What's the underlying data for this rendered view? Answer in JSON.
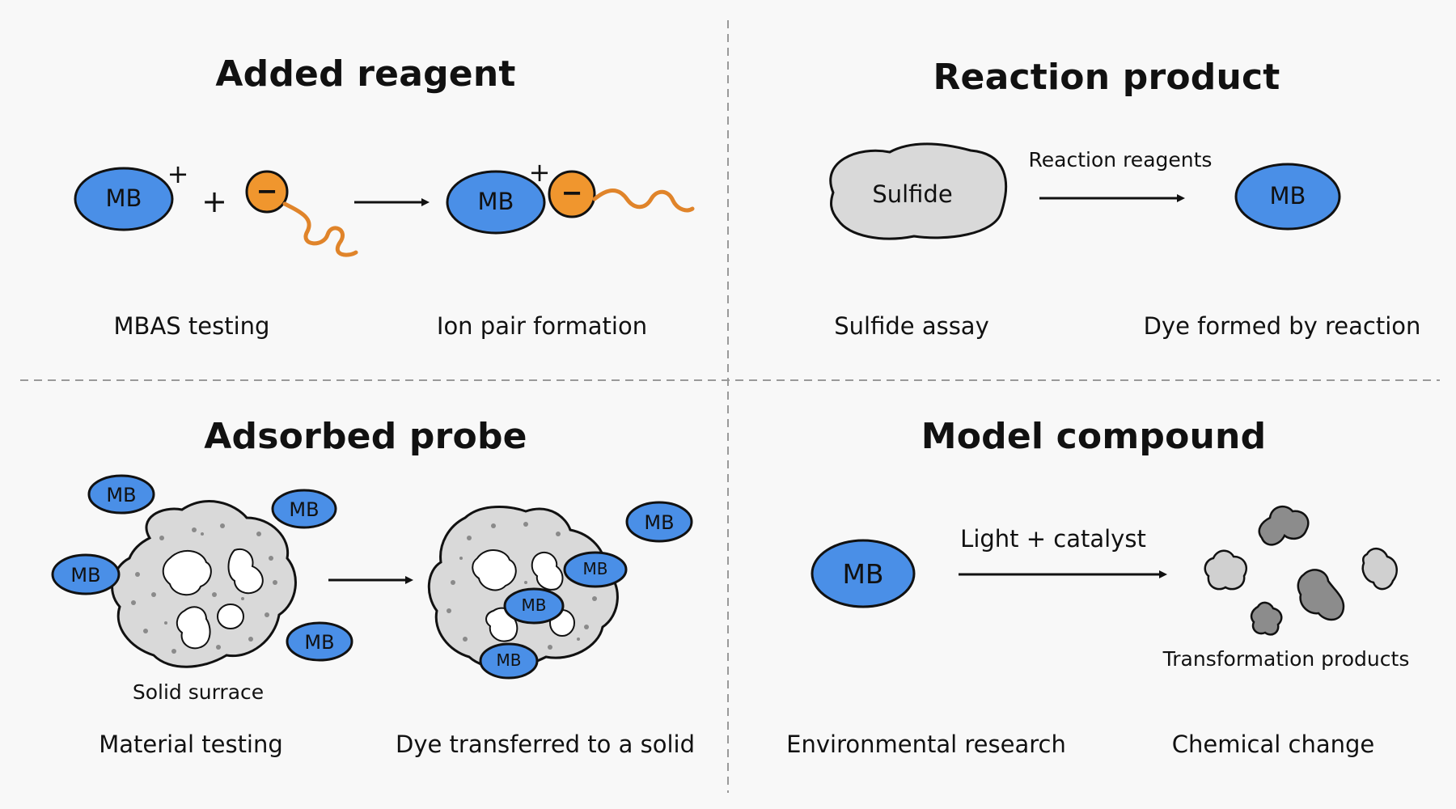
{
  "panels": {
    "added_reagent": {
      "title": "Added reagent",
      "charge_plus": "+",
      "charge_minus": "−",
      "plus_sign": "+",
      "left_caption": "MBAS testing",
      "right_caption": "Ion pair formation"
    },
    "reaction_product": {
      "title": "Reaction product",
      "blob_label": "Sulfide",
      "arrow_label": "Reaction reagents",
      "left_caption": "Sulfide assay",
      "right_caption": "Dye formed by reaction"
    },
    "adsorbed_probe": {
      "title": "Adsorbed probe",
      "solid_label": "Solid surrace",
      "left_caption": "Material testing",
      "right_caption": "Dye transferred to a solid"
    },
    "model_compound": {
      "title": "Model compound",
      "arrow_label": "Light + catalyst",
      "products_label": "Transformation products",
      "left_caption": "Environmental research",
      "right_caption": "Chemical change"
    }
  },
  "molecule_label": "MB",
  "colors": {
    "mb_fill": "#4a8fe7",
    "anion_fill": "#f0962e",
    "solid_fill": "#d9d9d9",
    "product_dark": "#8c8c8c",
    "product_light": "#d0d0d0",
    "divider": "#9a9a9a",
    "background": "#f8f8f8"
  }
}
